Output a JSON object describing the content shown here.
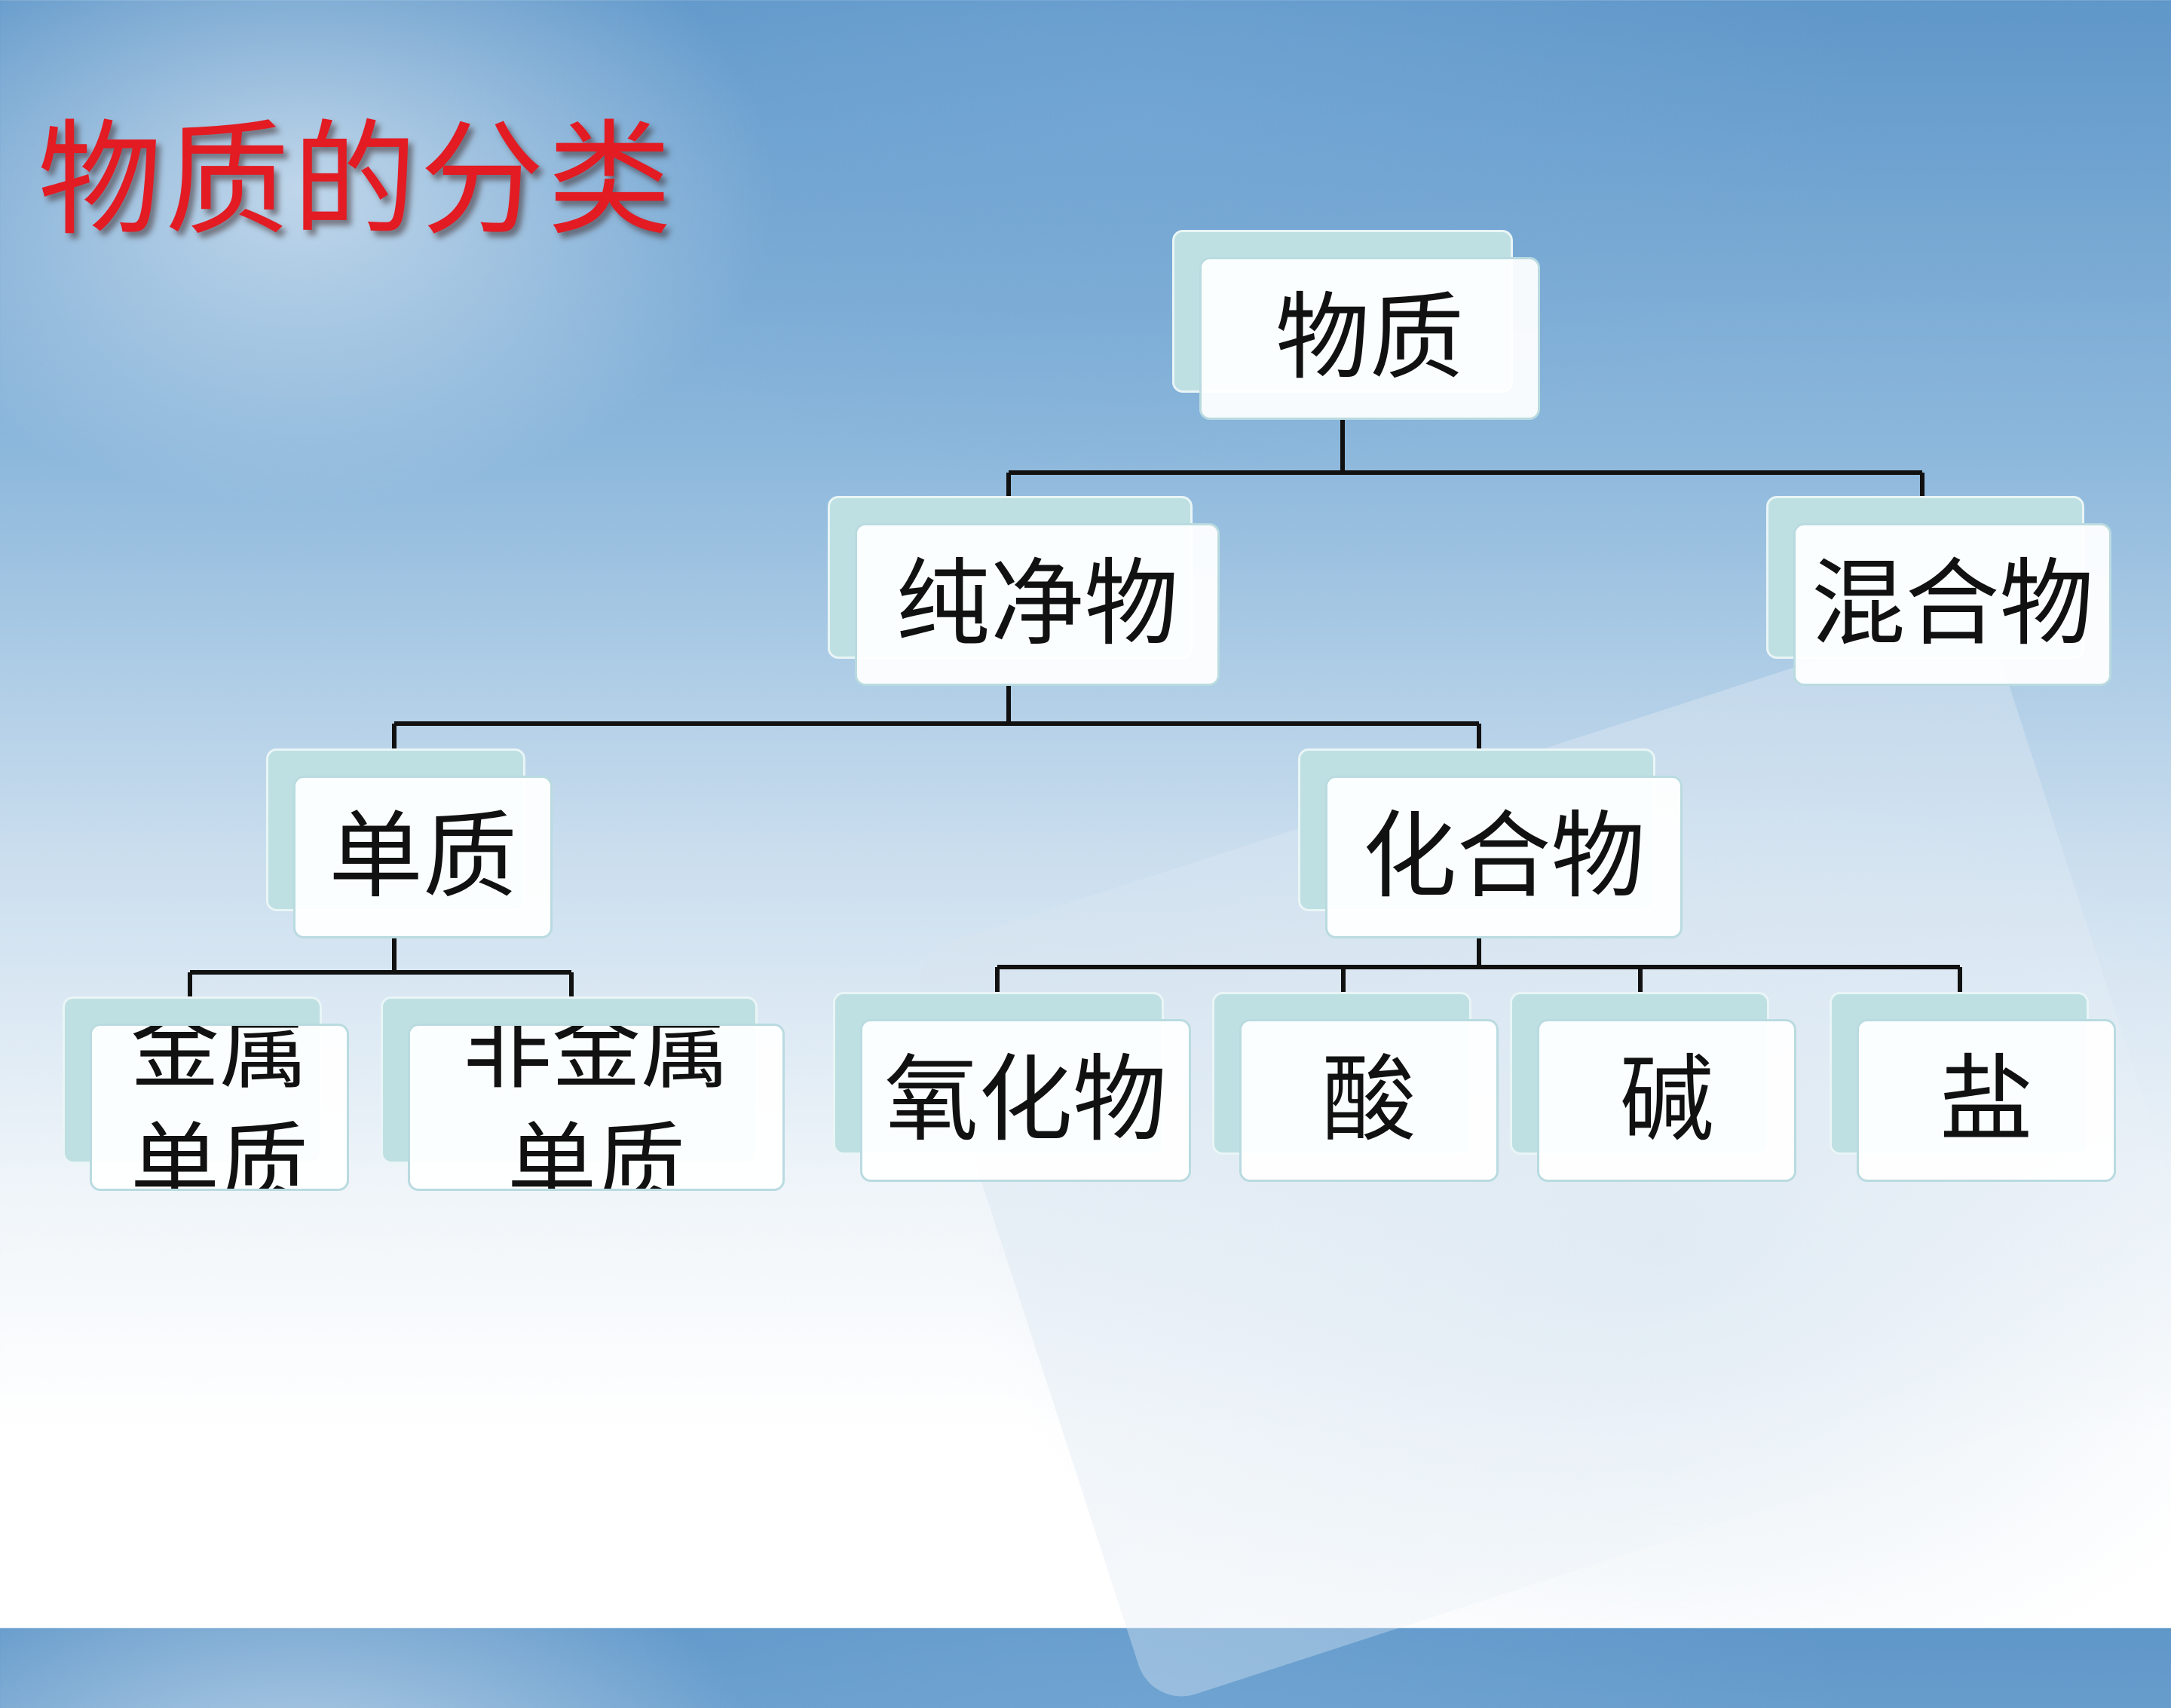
{
  "title": "物质的分类",
  "nodes": {
    "root": "物质",
    "pure": "纯净物",
    "mixture": "混合物",
    "element": "单质",
    "compound": "化合物",
    "metal": "金属\n单质",
    "nonmetal": "非金属\n单质",
    "oxide": "氧化物",
    "acid": "酸",
    "base": "碱",
    "salt": "盐"
  },
  "colors": {
    "title": "#e31b23",
    "connector": "#111111",
    "node_back": "#bfe0e2",
    "node_front": "#ffffff"
  }
}
